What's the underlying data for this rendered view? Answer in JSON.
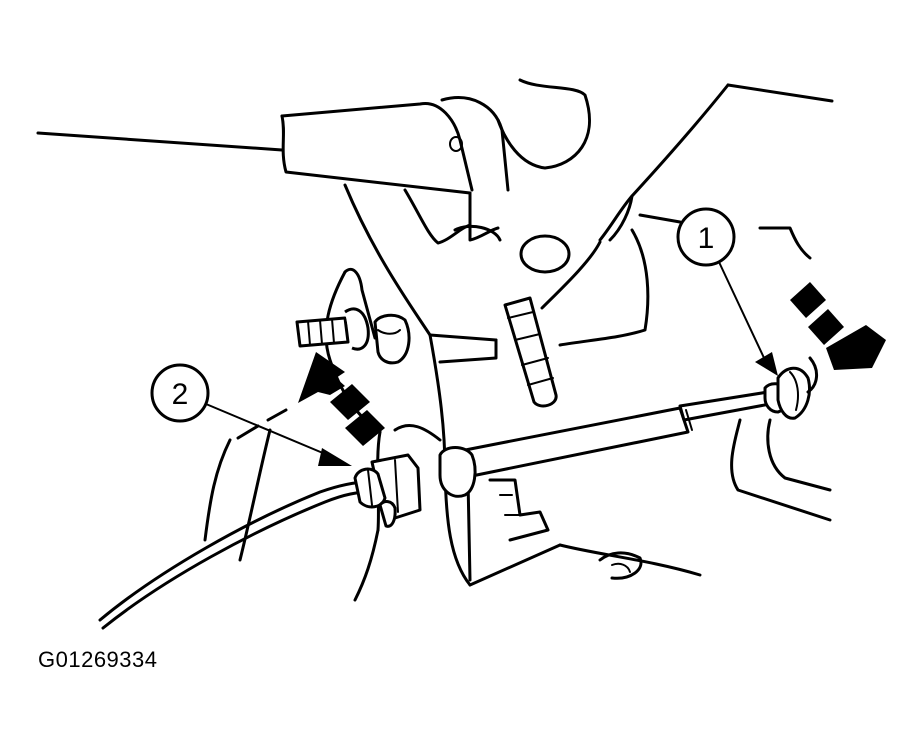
{
  "figure": {
    "id_label": "G01269334",
    "callouts": [
      {
        "number": "1"
      },
      {
        "number": "2"
      }
    ]
  }
}
